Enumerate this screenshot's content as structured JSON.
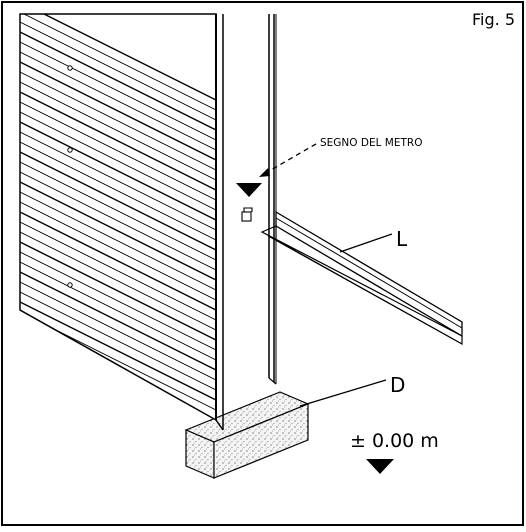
{
  "figure": {
    "number": "Fig. 5",
    "meter_mark_label": "SEGNO DEL METRO",
    "profile_label": "L",
    "base_label": "D",
    "level_label": "± 0.00 m"
  },
  "colors": {
    "line": "#000000",
    "background": "#ffffff",
    "concrete_fill": "#f4f4f4"
  },
  "icons": [
    "level-marker-icon",
    "spirit-level-icon",
    "down-triangle-icon"
  ]
}
